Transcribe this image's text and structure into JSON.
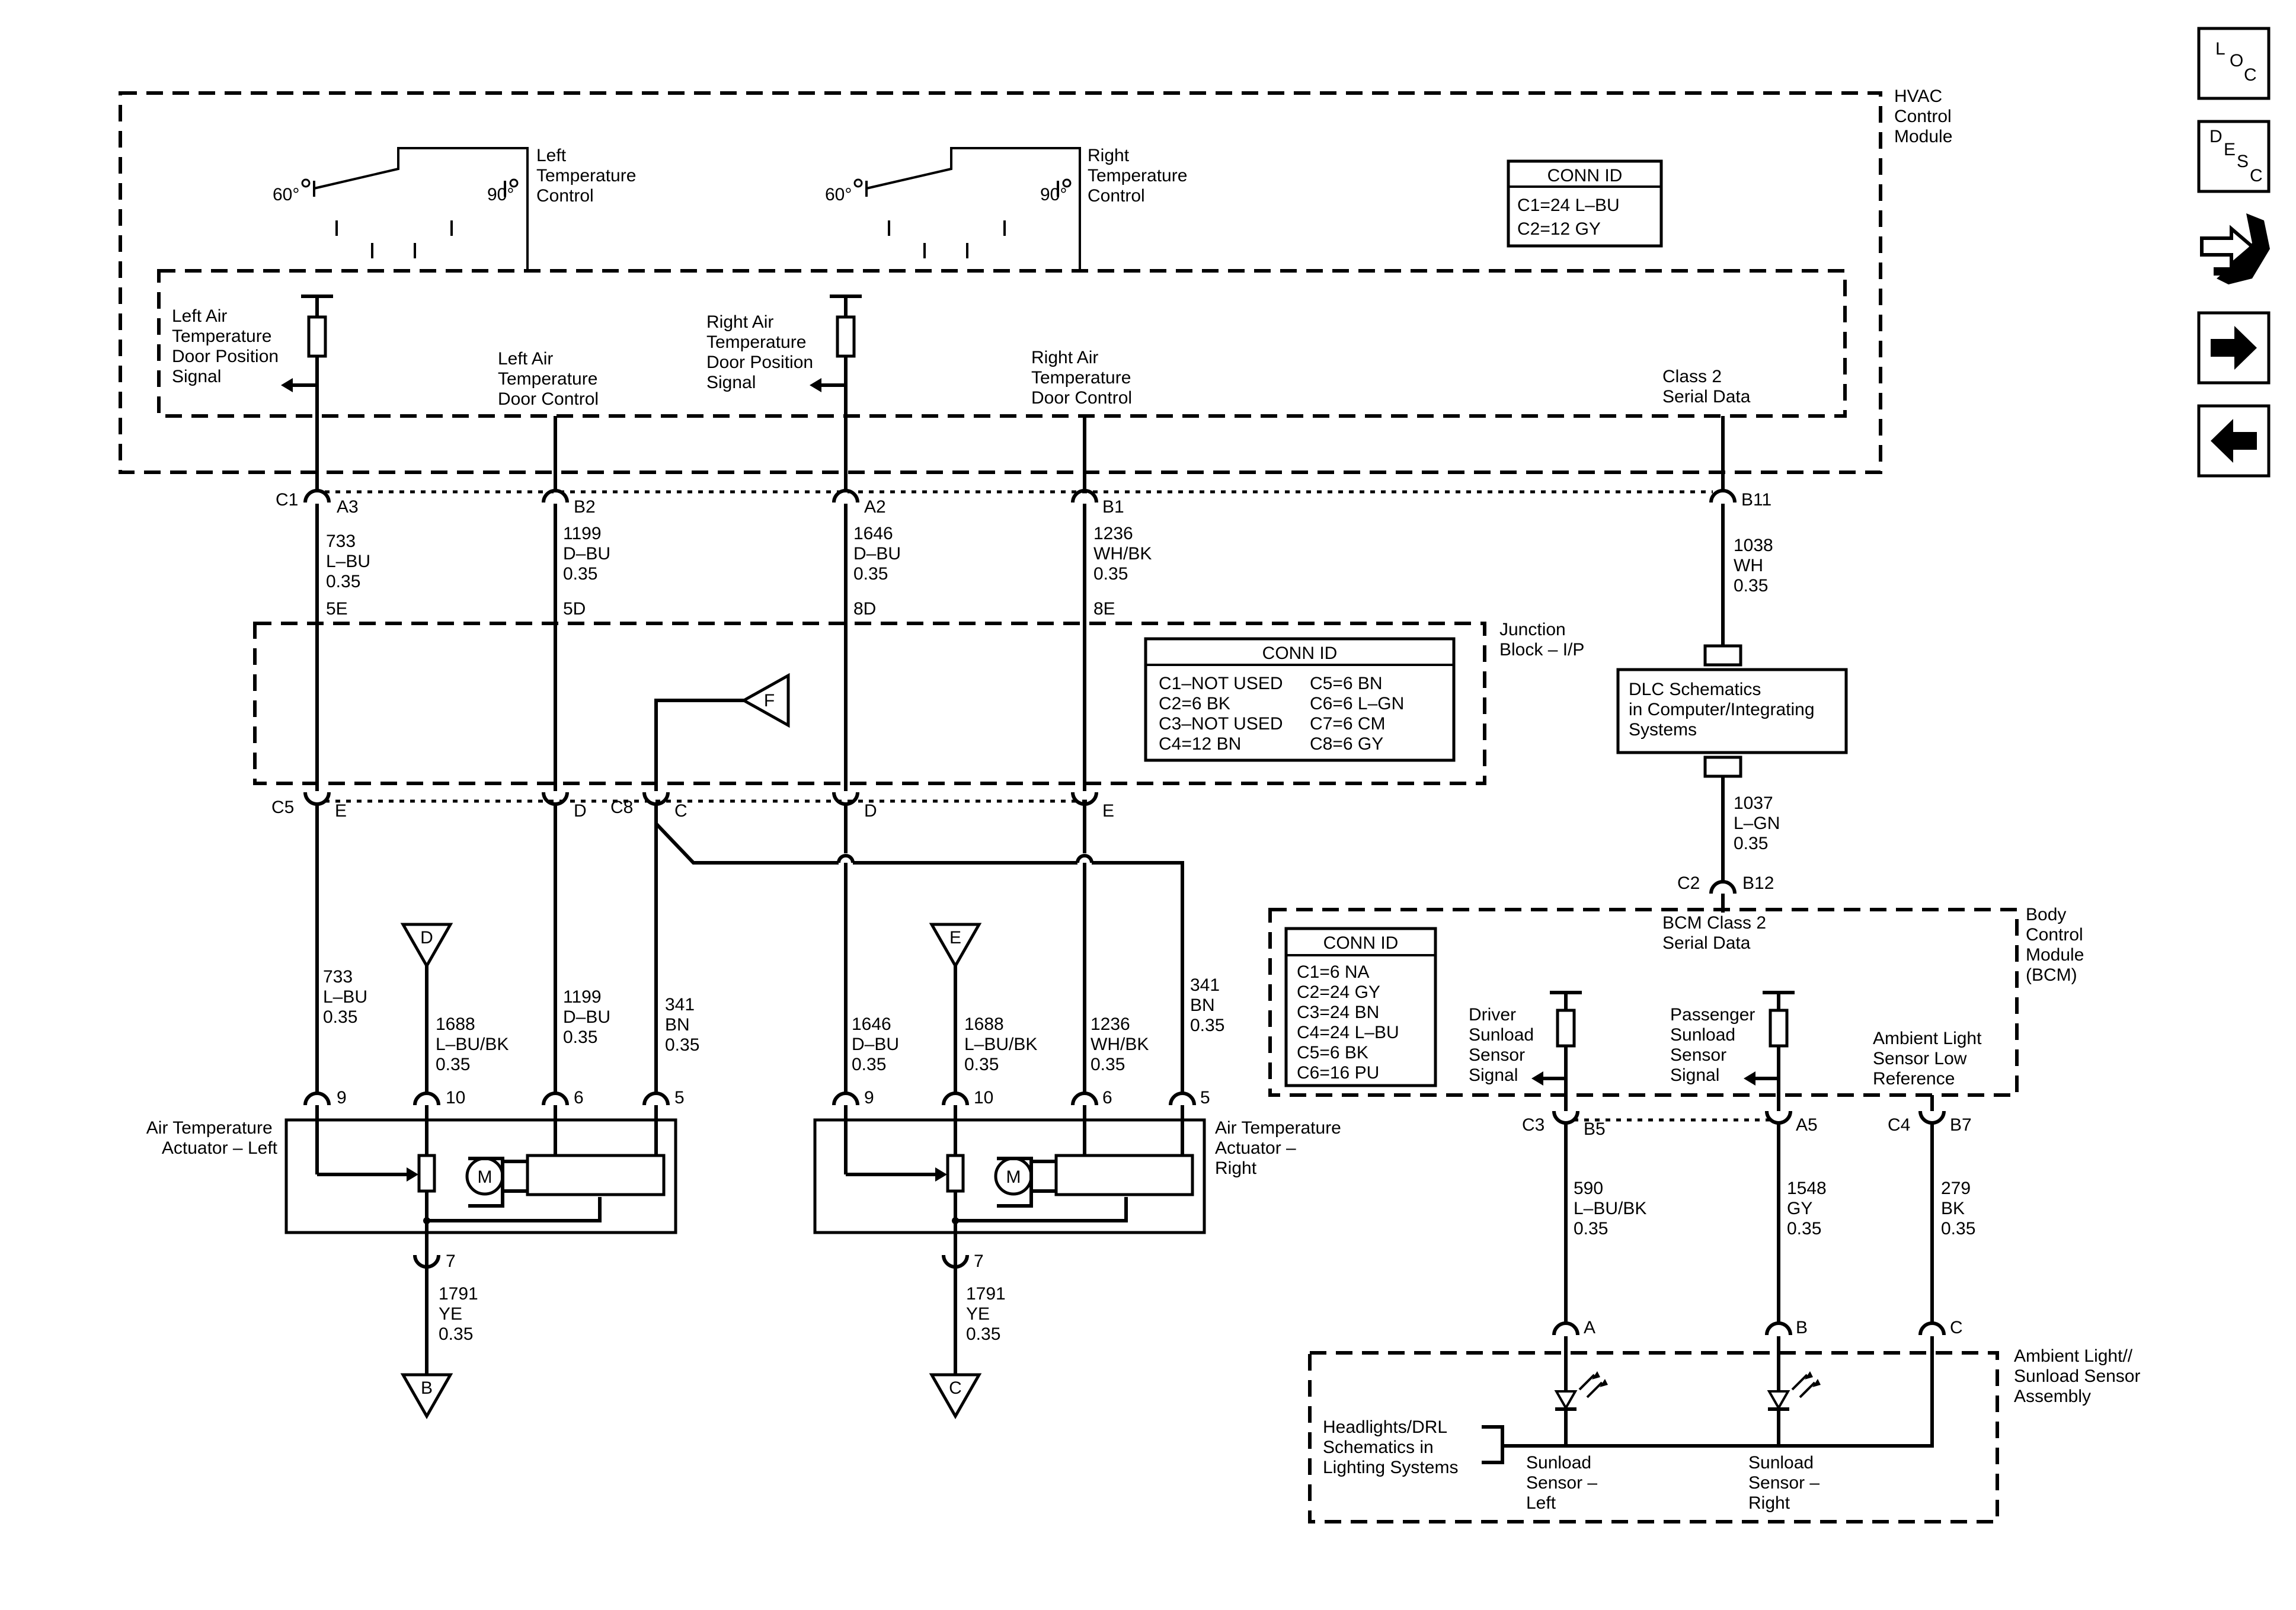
{
  "modules": {
    "hvac": "HVAC Control Module",
    "junction": "Junction Block – I/P",
    "bcm": "Body Control Module (BCM)",
    "sensor_assembly": "Ambient Light// Sunload Sensor Assembly",
    "actuator_left": "Air Temperature Actuator – Left",
    "actuator_right": "Air Temperature Actuator – Right"
  },
  "hvac_controls": {
    "left_label": "Left Temperature Control",
    "right_label": "Right Temperature Control",
    "low": "60°",
    "high": "90°"
  },
  "signals": {
    "left_pos": "Left Air Temperature Door Position Signal",
    "left_ctrl": "Left Air Temperature Door Control",
    "right_pos": "Right Air Temperature Door Position Signal",
    "right_ctrl": "Right Air Temperature Door Control",
    "class2": "Class 2 Serial Data",
    "bcm_class2": "BCM Class 2 Serial Data",
    "driver_sunload": "Driver Sunload Sensor Signal",
    "pass_sunload": "Passenger Sunload Sensor Signal",
    "ambient_low": "Ambient Light Sensor Low Reference"
  },
  "conn_id_hvac": {
    "title": "CONN ID",
    "rows": [
      "C1=24 L–BU",
      "C2=12 GY"
    ]
  },
  "conn_id_jb": {
    "title": "CONN ID",
    "left": [
      "C1–NOT USED",
      "C2=6 BK",
      "C3–NOT USED",
      "C4=12 BN"
    ],
    "right": [
      "C5=6 BN",
      "C6=6 L–GN",
      "C7=6 CM",
      "C8=6 GY"
    ]
  },
  "conn_id_bcm": {
    "title": "CONN ID",
    "rows": [
      "C1=6 NA",
      "C2=24 GY",
      "C3=24 BN",
      "C4=24 L–BU",
      "C5=6 BK",
      "C6=16 PU"
    ]
  },
  "dlc": "DLC Schematics in Computer/Integrating Systems",
  "headlights": "Headlights/DRL Schematics in Lighting Systems",
  "sensors": {
    "left": "Sunload Sensor – Left",
    "right": "Sunload Sensor – Right"
  },
  "connectors": {
    "c1": "C1",
    "c2": "C2",
    "c3": "C3",
    "c4": "C4",
    "c5": "C5",
    "c8": "C8",
    "a3": "A3",
    "b2": "B2",
    "a2": "A2",
    "b1": "B1",
    "b11": "B11",
    "b12": "B12",
    "b5": "B5",
    "a5": "A5",
    "b7": "B7",
    "e": "E",
    "d": "D",
    "c": "C",
    "j5e": "5E",
    "j5d": "5D",
    "j8d": "8D",
    "j8e": "8E",
    "p9": "9",
    "p10": "10",
    "p6": "6",
    "p5": "5",
    "p7": "7",
    "sa": "A",
    "sb": "B",
    "sc": "C"
  },
  "wires": {
    "w733": [
      "733",
      "L–BU",
      "0.35"
    ],
    "w1199": [
      "1199",
      "D–BU",
      "0.35"
    ],
    "w1646": [
      "1646",
      "D–BU",
      "0.35"
    ],
    "w1236": [
      "1236",
      "WH/BK",
      "0.35"
    ],
    "w1038": [
      "1038",
      "WH",
      "0.35"
    ],
    "w1037": [
      "1037",
      "L–GN",
      "0.35"
    ],
    "w341": [
      "341",
      "BN",
      "0.35"
    ],
    "w1688": [
      "1688",
      "L–BU/BK",
      "0.35"
    ],
    "w1791": [
      "1791",
      "YE",
      "0.35"
    ],
    "w590": [
      "590",
      "L–BU/BK",
      "0.35"
    ],
    "w1548": [
      "1548",
      "GY",
      "0.35"
    ],
    "w279": [
      "279",
      "BK",
      "0.35"
    ]
  },
  "refs": {
    "f": "F",
    "d": "D",
    "e": "E",
    "b": "B",
    "c": "C",
    "m": "M"
  },
  "nav": {
    "loc": [
      "L",
      "O",
      "C"
    ],
    "desc": [
      "D",
      "E",
      "S",
      "C"
    ]
  }
}
